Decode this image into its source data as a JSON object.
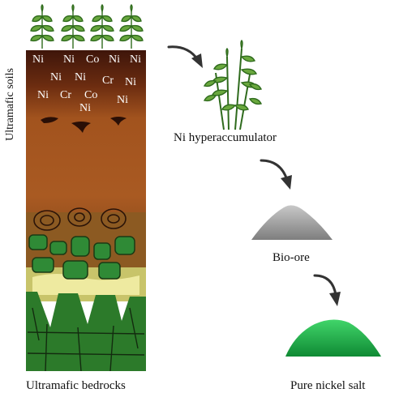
{
  "soil_label": "Ultramafic soils",
  "bedrock_label": "Ultramafic bedrocks",
  "elements": [
    "Ni",
    "Ni",
    "Co",
    "Ni",
    "Ni",
    "Ni",
    "Ni",
    "Cr",
    "Ni",
    "Ni",
    "Cr",
    "Co",
    "Ni",
    "Ni"
  ],
  "steps": {
    "hyperaccumulator": "Ni hyperaccumulator",
    "bio_ore": "Bio-ore",
    "salt": "Pure nickel salt"
  },
  "colors": {
    "soil_top": "#4a1d0c",
    "soil_mid": "#a5541e",
    "bedrock_green": "#2f7a2c",
    "plant_green": "#5c9e3a",
    "ore_gray": "#9a9a9a",
    "salt_green": "#1fae4a"
  }
}
